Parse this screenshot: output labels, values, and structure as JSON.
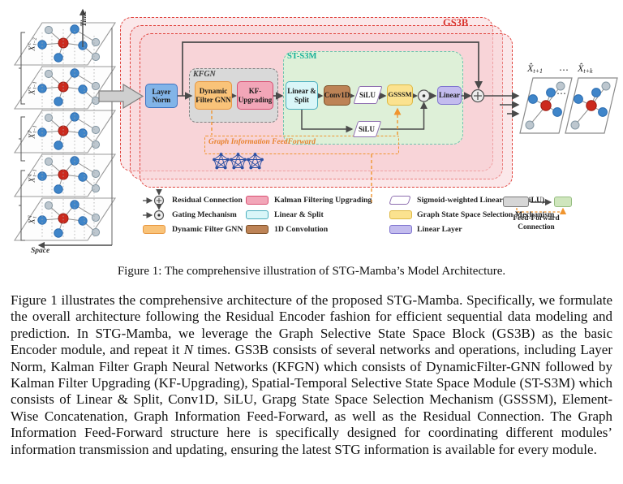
{
  "figure": {
    "gs3b_label": "GS3B",
    "kfgn_label": "KFGN",
    "sts3m_label": "ST-S3M",
    "time_axis": "Time",
    "space_axis": "Space",
    "input_stack": [
      {
        "base": "X",
        "sup": "c",
        "sub": "t−2"
      },
      {
        "base": "X",
        "sup": "c",
        "sub": "t−1"
      },
      {
        "base": "X",
        "sup": "p",
        "sub": "t−1"
      },
      {
        "base": "X",
        "sup": "q",
        "sub": "t−1"
      },
      {
        "base": "X",
        "sup": "q",
        "sub": "t"
      }
    ],
    "blocks": {
      "layer_norm": "Layer Norm",
      "dynamic_filter_gnn": "Dynamic Filter GNN",
      "kf_upgrading": "KF-Upgrading",
      "linear_split": "Linear & Split",
      "conv1d": "Conv1D",
      "silu": "SiLU",
      "silu2": "SiLU",
      "gsssm": "GSSSM",
      "linear": "Linear"
    },
    "feedforward_label": "Graph Information FeedForward",
    "outputs": {
      "first_base": "X̂",
      "first_sub": "t+1",
      "dots": "⋯",
      "last_base": "X̂",
      "last_sub": "t+k"
    }
  },
  "legend": {
    "items": [
      {
        "label": "Residual Connection"
      },
      {
        "label": "Gating Mechanism"
      },
      {
        "label": "Dynamic Filter GNN"
      },
      {
        "label": "Kalman Filtering Upgrading"
      },
      {
        "label": "Linear & Split"
      },
      {
        "label": "1D Convolution"
      },
      {
        "label": "Sigmoid-weighted Linear Unit (SiLU)"
      },
      {
        "label": "Graph State Space Selection Mechanism"
      },
      {
        "label": "Linear Layer"
      }
    ],
    "feedforward_connection": "Feed-Forward Connection"
  },
  "caption": "Figure 1: The comprehensive illustration of STG-Mamba’s Model Architecture.",
  "body": {
    "p1": "Figure 1 illustrates the comprehensive architecture of the proposed STG-Mamba. Specifically, we formulate the overall architecture following the Residual Encoder fashion for efficient sequential data modeling and prediction. In STG-Mamba, we leverage the Graph Selective State Space Block (GS3B) as the basic Encoder module, and repeat it ",
    "n": "N",
    "p2": " times. GS3B consists of several networks and operations, including Layer Norm, Kalman Filter Graph Neural Networks (KFGN) which consists of DynamicFilter-GNN followed by Kalman Filter Upgrading (KF-Upgrading), Spatial-Temporal Selective State Space Module (ST-S3M) which consists of Linear & Split, Conv1D, SiLU, Grapg State Space Selection Mechanism (GSSSM), Element-Wise Concatenation, Graph Information Feed-Forward, as well as the Residual Connection. The Graph Information Feed-Forward structure here is specifically designed for coordinating different modules’ information transmission and updating, ensuring the latest STG information is available for every module."
  },
  "colors": {
    "gs3b_border": "#e0413b",
    "kfgn_fill": "#d9d9d9",
    "sts3m_fill": "#def0d8",
    "layer_norm": "#82b4e8",
    "dynamic_filter_gnn": "#f9c379",
    "kf_upgrading": "#f2a6b8",
    "linear_split": "#d9f6f8",
    "conv1d": "#bd8356",
    "silu_border": "#8e6fb0",
    "gsssm": "#fbe28f",
    "linear_layer": "#c3bcee",
    "feedforward_orange": "#f0952f",
    "node_red": "#cc2a1e",
    "node_blue": "#3f85c9",
    "graph_icon_blue": "#2b4fa3"
  }
}
